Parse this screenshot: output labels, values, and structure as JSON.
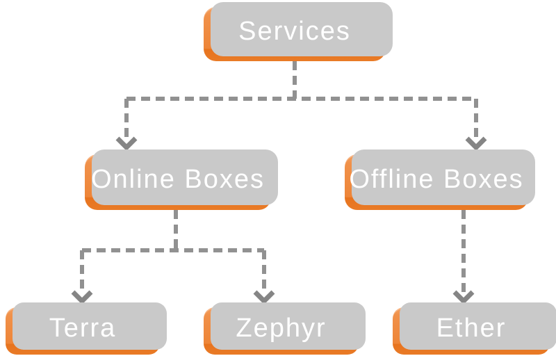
{
  "diagram": {
    "type": "tree",
    "nodes": [
      {
        "id": "services",
        "label": "Services",
        "level": 0
      },
      {
        "id": "online",
        "label": "Online Boxes",
        "level": 1
      },
      {
        "id": "offline",
        "label": "Offline Boxes",
        "level": 1
      },
      {
        "id": "terra",
        "label": "Terra",
        "level": 2
      },
      {
        "id": "zephyr",
        "label": "Zephyr",
        "level": 2
      },
      {
        "id": "ether",
        "label": "Ether",
        "level": 2
      }
    ],
    "edges": [
      {
        "from": "Services",
        "to": "Online Boxes"
      },
      {
        "from": "Services",
        "to": "Offline Boxes"
      },
      {
        "from": "Online Boxes",
        "to": "Terra"
      },
      {
        "from": "Online Boxes",
        "to": "Zephyr"
      },
      {
        "from": "Offline Boxes",
        "to": "Ether"
      }
    ],
    "colors": {
      "node_fill": "#EF8A40",
      "node_fill_highlight": "#F5A061",
      "node_fill_bottom_strip": "#E7731E",
      "node_shadow": "#C9C9C9",
      "connector": "#919191",
      "arrowhead": "#858585",
      "text": "#FFFFFF",
      "background": "#FFFFFF"
    },
    "connector_style": "dashed, elbow, arrow-down endpoints"
  }
}
